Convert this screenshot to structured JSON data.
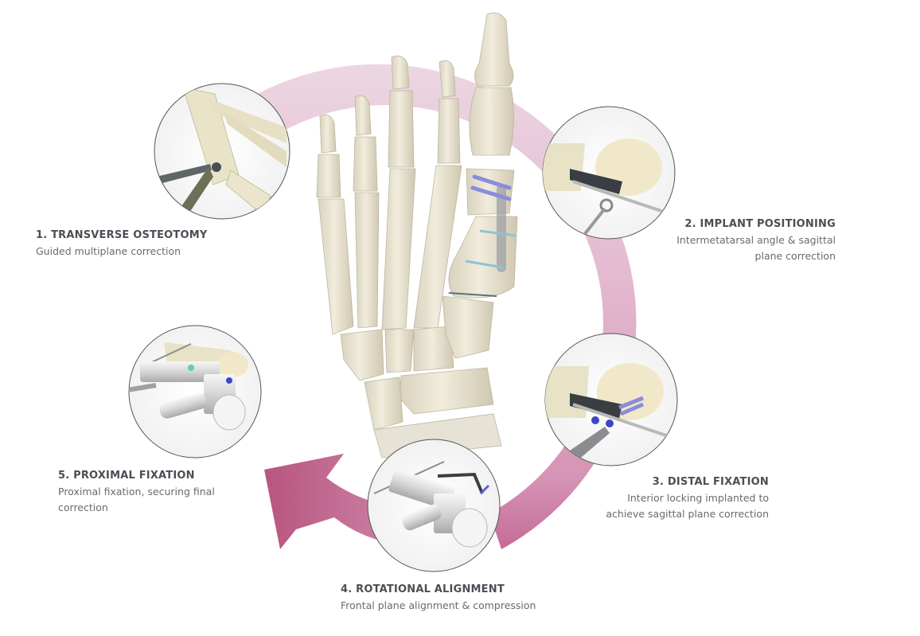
{
  "diagram": {
    "type": "surgical-procedure-cycle",
    "subject": "foot skeleton with bunion correction implant",
    "colors": {
      "arc_light": "#ead3e0",
      "arc_mid": "#dfaec8",
      "arc_dark": "#c0628f",
      "arrow_head": "#b8557f",
      "bone": "#e9e4d2",
      "bone_shadow": "#c9c2ad",
      "implant_screw_blue": "#7d7fd6",
      "implant_screw_cyan": "#8cc3d6",
      "inset_border": "#555555",
      "text_title": "#4d4d55",
      "text_desc": "#6a6a70"
    },
    "steps": [
      {
        "number": 1,
        "title": "1. TRANSVERSE OSTEOTOMY",
        "description_lines": [
          "Guided multiplane correction"
        ],
        "inset": "osteotomy-saw-guide"
      },
      {
        "number": 2,
        "title": "2. IMPLANT POSITIONING",
        "description_lines": [
          "Intermetatarsal angle & sagittal",
          "plane correction"
        ],
        "inset": "implant-plate-positioning"
      },
      {
        "number": 3,
        "title": "3. DISTAL FIXATION",
        "description_lines": [
          "Interior locking implanted to",
          "achieve sagittal plane correction"
        ],
        "inset": "distal-locking-screws"
      },
      {
        "number": 4,
        "title": "4. ROTATIONAL ALIGNMENT",
        "description_lines": [
          "Frontal plane alignment & compression"
        ],
        "inset": "rotational-alignment-jig"
      },
      {
        "number": 5,
        "title": "5. PROXIMAL FIXATION",
        "description_lines": [
          "Proximal fixation, securing final",
          "correction"
        ],
        "inset": "proximal-fixation-jig"
      }
    ]
  }
}
